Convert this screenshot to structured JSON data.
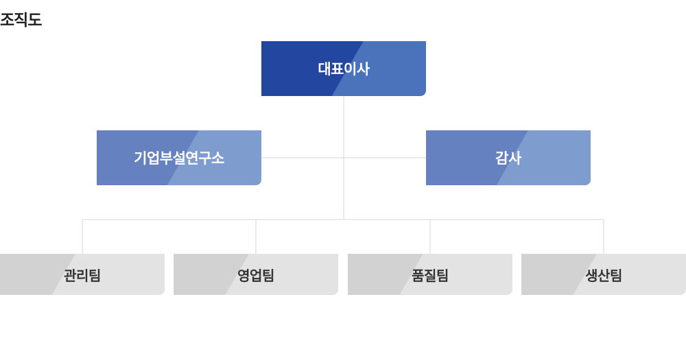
{
  "page_title": "조직도",
  "colors": {
    "ceo_dark": "#2347a0",
    "ceo_light": "#4a73bc",
    "second_dark": "#6681bf",
    "second_light": "#7f9ccf",
    "team_dark": "#d2d2d2",
    "team_light": "#e3e3e3",
    "connector": "#d6d6d6"
  },
  "org_chart": {
    "top": {
      "label": "대표이사"
    },
    "second_level": [
      {
        "label": "기업부설연구소"
      },
      {
        "label": "감사"
      }
    ],
    "teams": [
      {
        "label": "관리팀"
      },
      {
        "label": "영업팀"
      },
      {
        "label": "품질팀"
      },
      {
        "label": "생산팀"
      }
    ]
  }
}
